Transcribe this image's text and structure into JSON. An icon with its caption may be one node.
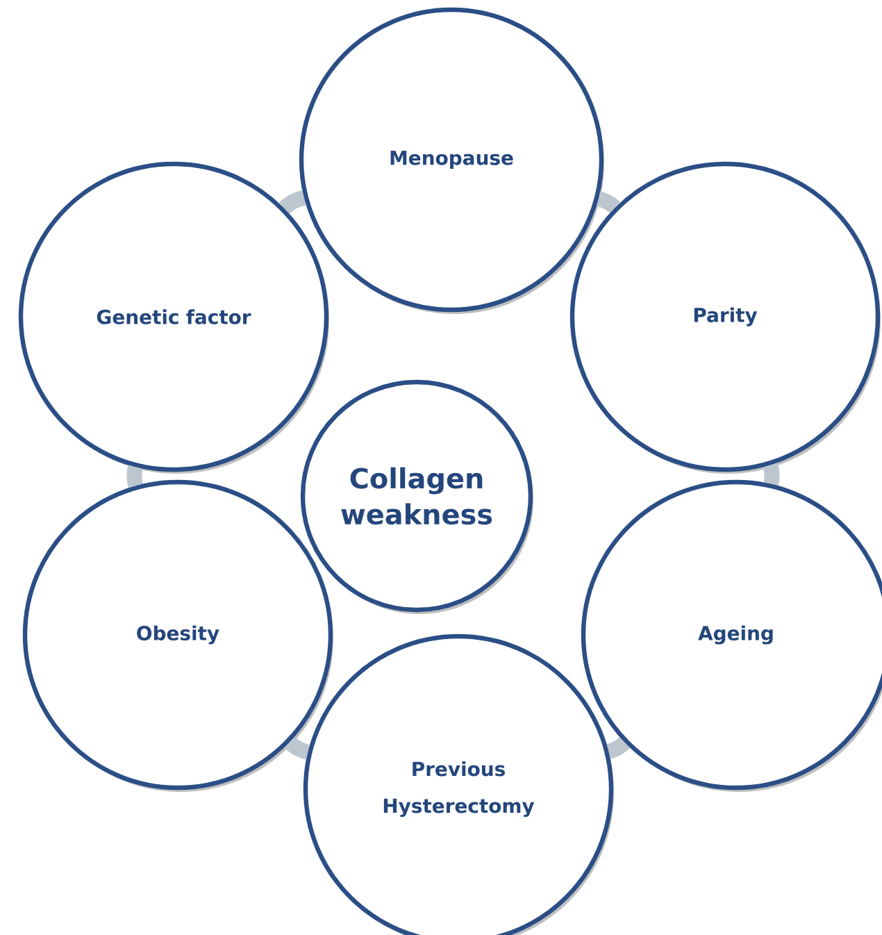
{
  "diagram": {
    "nodes": [
      {
        "text": [
          "Menopause"
        ]
      },
      {
        "text": [
          "Genetic factor"
        ]
      },
      {
        "text": [
          "Parity"
        ]
      },
      {
        "text": [
          "Collagen weakness"
        ]
      },
      {
        "text": [
          "Obesity"
        ]
      },
      {
        "text": [
          "Ageing"
        ]
      },
      {
        "text": [
          "Previous Hysterectomy"
        ]
      }
    ],
    "edges": [
      {
        "from": 0,
        "to": 2,
        "arrow": "none"
      },
      {
        "from": 2,
        "to": 5,
        "arrow": "none"
      },
      {
        "from": 5,
        "to": 6,
        "arrow": "none"
      },
      {
        "from": 6,
        "to": 4,
        "arrow": "none"
      },
      {
        "from": 4,
        "to": 1,
        "arrow": "none"
      },
      {
        "from": 1,
        "to": 0,
        "arrow": "none"
      }
    ]
  }
}
